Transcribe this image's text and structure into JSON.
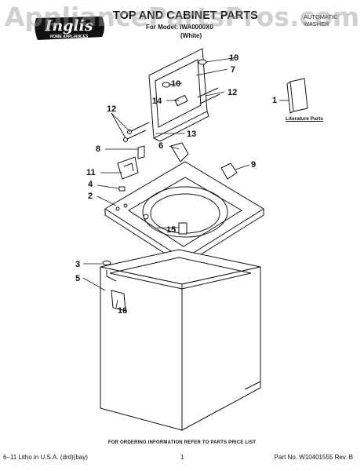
{
  "watermark": "AppliancePartsPros.com",
  "brand": {
    "logo_text": "Inglis",
    "logo_subtext": "HOME APPLIANCES",
    "colors": {
      "logo_fill": "#111111",
      "logo_text": "#ffffff",
      "watermark": "#969696"
    }
  },
  "header": {
    "title": "TOP AND CABINET PARTS",
    "model_line": "For Model: IWA0000X0",
    "color_line": "(White)",
    "appliance_type_1": "AUTOMATIC",
    "appliance_type_2": "WASHER"
  },
  "literature": {
    "label": "Literature Parts"
  },
  "callouts": {
    "c1": "1",
    "c2": "2",
    "c3": "3",
    "c4": "4",
    "c5": "5",
    "c6": "6",
    "c7": "7",
    "c8": "8",
    "c9": "9",
    "c10a": "10",
    "c10b": "10",
    "c11": "11",
    "c12a": "12",
    "c12b": "12",
    "c13": "13",
    "c14": "14",
    "c15": "15",
    "c16": "16"
  },
  "footer": {
    "ordering_note": "FOR ORDERING INFORMATION REFER TO PARTS PRICE LIST",
    "print_info": "6–11 Litho in U.S.A. (drd)(bay)",
    "page_number": "1",
    "part_number": "Part No. W10401555 Rev. B"
  }
}
